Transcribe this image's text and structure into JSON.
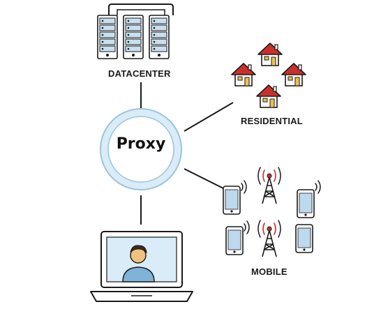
{
  "center": {
    "label": "Proxy"
  },
  "nodes": {
    "datacenter": {
      "label": "DATACENTER",
      "icon": "server-rack-icon"
    },
    "residential": {
      "label": "RESIDENTIAL",
      "icon": "house-icon"
    },
    "mobile": {
      "label": "MOBILE",
      "icon": "cell-tower-icon"
    },
    "client": {
      "icon": "laptop-user-icon"
    }
  },
  "colors": {
    "ring": "#d9ecf7",
    "ring_border": "#9cc4dc",
    "roof": "#c9302c",
    "server": "#c8e0f0",
    "phone_screen": "#bcd9ee",
    "tower_signal": "#c9302c",
    "line": "#1a1a1a"
  }
}
